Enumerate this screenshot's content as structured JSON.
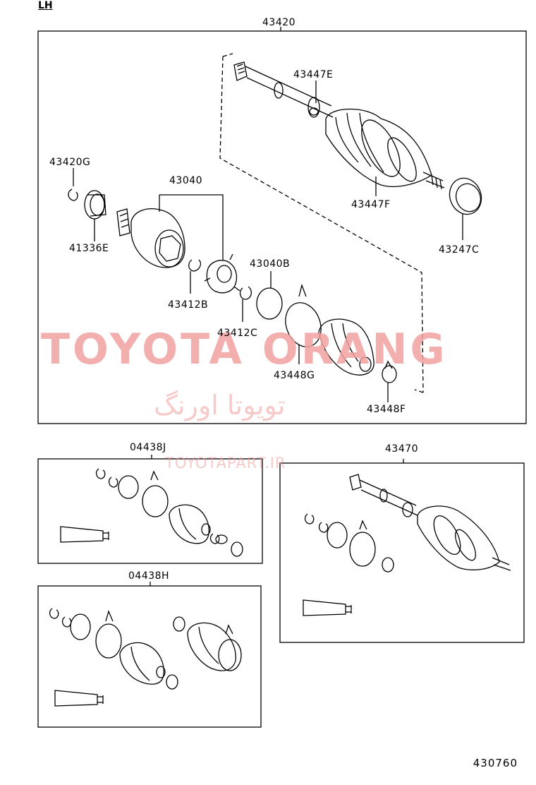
{
  "diagram": {
    "side_tag": "LH",
    "page_code": "430760",
    "watermark": {
      "main": "TOYOTA ORANG",
      "persian": "تویوتا اورنگ",
      "url": "TOYOTAPART.IR"
    },
    "groups": {
      "main_assembly": "43420",
      "kit_j": "04438J",
      "kit_h": "04438H",
      "shaft_assembly": "43470"
    },
    "parts": {
      "p43447E": "43447E",
      "p43420G": "43420G",
      "p43040": "43040",
      "p41336E": "41336E",
      "p43447F": "43447F",
      "p43247C": "43247C",
      "p43040B": "43040B",
      "p43412B": "43412B",
      "p43412C": "43412C",
      "p43448G": "43448G",
      "p43448F": "43448F"
    },
    "colors": {
      "line": "#000000",
      "watermark": "#f2a0a0"
    }
  }
}
